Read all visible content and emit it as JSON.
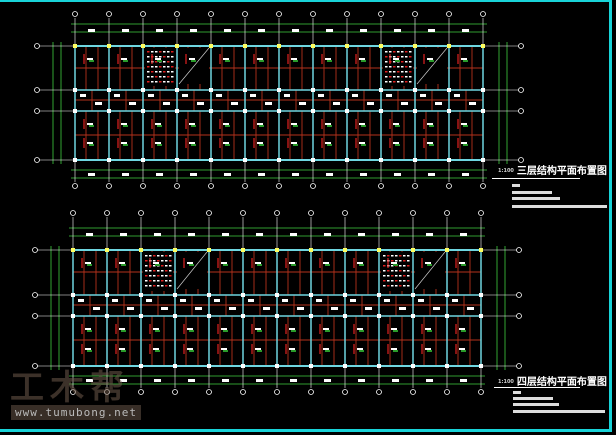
{
  "drawing": {
    "plans": [
      {
        "title": "三层结构平面布置图",
        "tag": "1:100",
        "has_slab_hatch": [
          2,
          9
        ]
      },
      {
        "title": "四层结构平面布置图",
        "tag": "1:100",
        "has_slab_hatch": [
          2,
          9
        ]
      }
    ],
    "colors": {
      "beam": "#b5321c",
      "column": "#6fd6e0",
      "axis": "#ffffff",
      "dim": "#3fcf3f",
      "frame": "#19d3d8",
      "rebar": "#e02020"
    }
  },
  "watermark": {
    "logo": "土木帮",
    "url": "www.tumubong.net"
  }
}
